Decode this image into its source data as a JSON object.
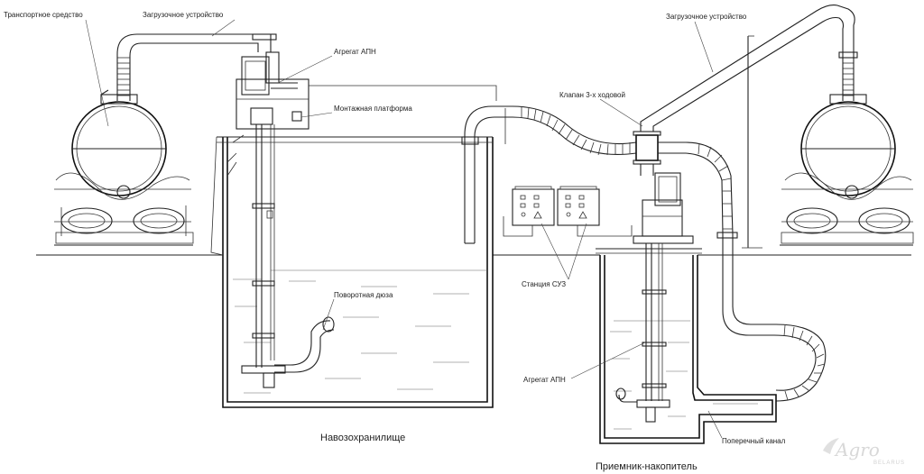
{
  "labels": {
    "transport": "Транспортное средство",
    "loader_left": "Загрузочное устройство",
    "apn_top": "Агрегат АПН",
    "platform": "Монтажная платформа",
    "valve": "Клапан 3-х ходовой",
    "loader_right": "Загрузочное устройство",
    "suz": "Станция СУЗ",
    "nozzle": "Поворотная дюза",
    "apn_bottom": "Агрегат АПН",
    "channel": "Поперечный канал"
  },
  "captions": {
    "storage": "Навозохранилище",
    "receiver": "Приемник-накопитель"
  },
  "logo": {
    "main": "Agro",
    "sub": "BELARUS"
  }
}
